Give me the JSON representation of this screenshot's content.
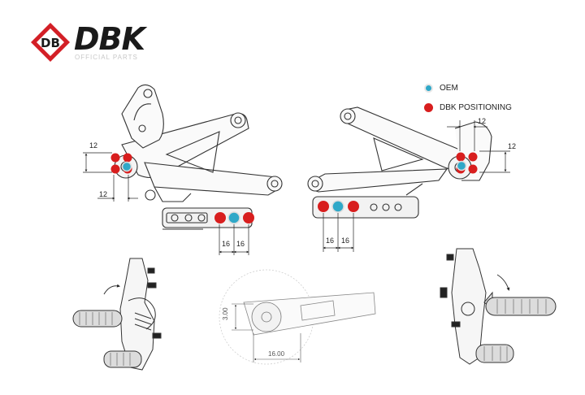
{
  "brand": {
    "name": "DBK",
    "tagline": "OFFICIAL PARTS",
    "logo_mark": "DB",
    "colors": {
      "red": "#d31f26",
      "dark": "#1a1a1a",
      "grey": "#c8c8c8"
    }
  },
  "legend": {
    "oem": {
      "label": "OEM",
      "color": "#2fa8c8"
    },
    "dbk": {
      "label": "DBK POSITIONING",
      "color": "#d81e1e"
    }
  },
  "dimensions": {
    "left_rearset": {
      "vertical": "12",
      "horizontal": "12",
      "spacing_a": "16",
      "spacing_b": "16"
    },
    "right_rearset": {
      "horizontal": "12",
      "vertical": "12",
      "spacing_a": "16",
      "spacing_b": "16"
    },
    "detail": {
      "vertical": "3.00",
      "horizontal": "16.00"
    }
  }
}
